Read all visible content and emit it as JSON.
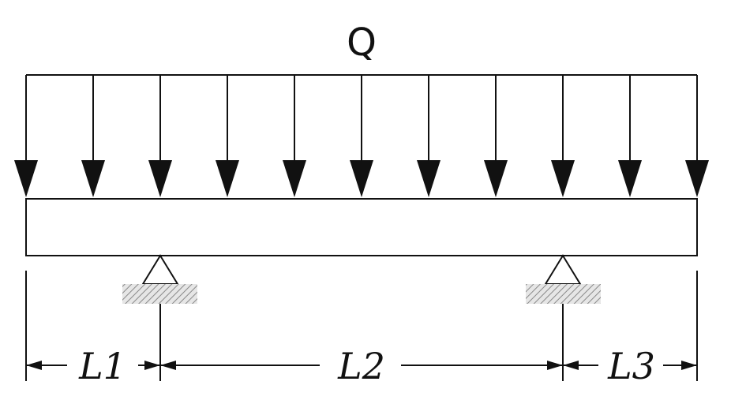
{
  "load": {
    "label": "Q",
    "arrow_count": 11
  },
  "spans": [
    {
      "label": "L1"
    },
    {
      "label": "L2"
    },
    {
      "label": "L3"
    }
  ],
  "colors": {
    "line": "#111111",
    "hatch": "#888888",
    "background": "#ffffff"
  }
}
